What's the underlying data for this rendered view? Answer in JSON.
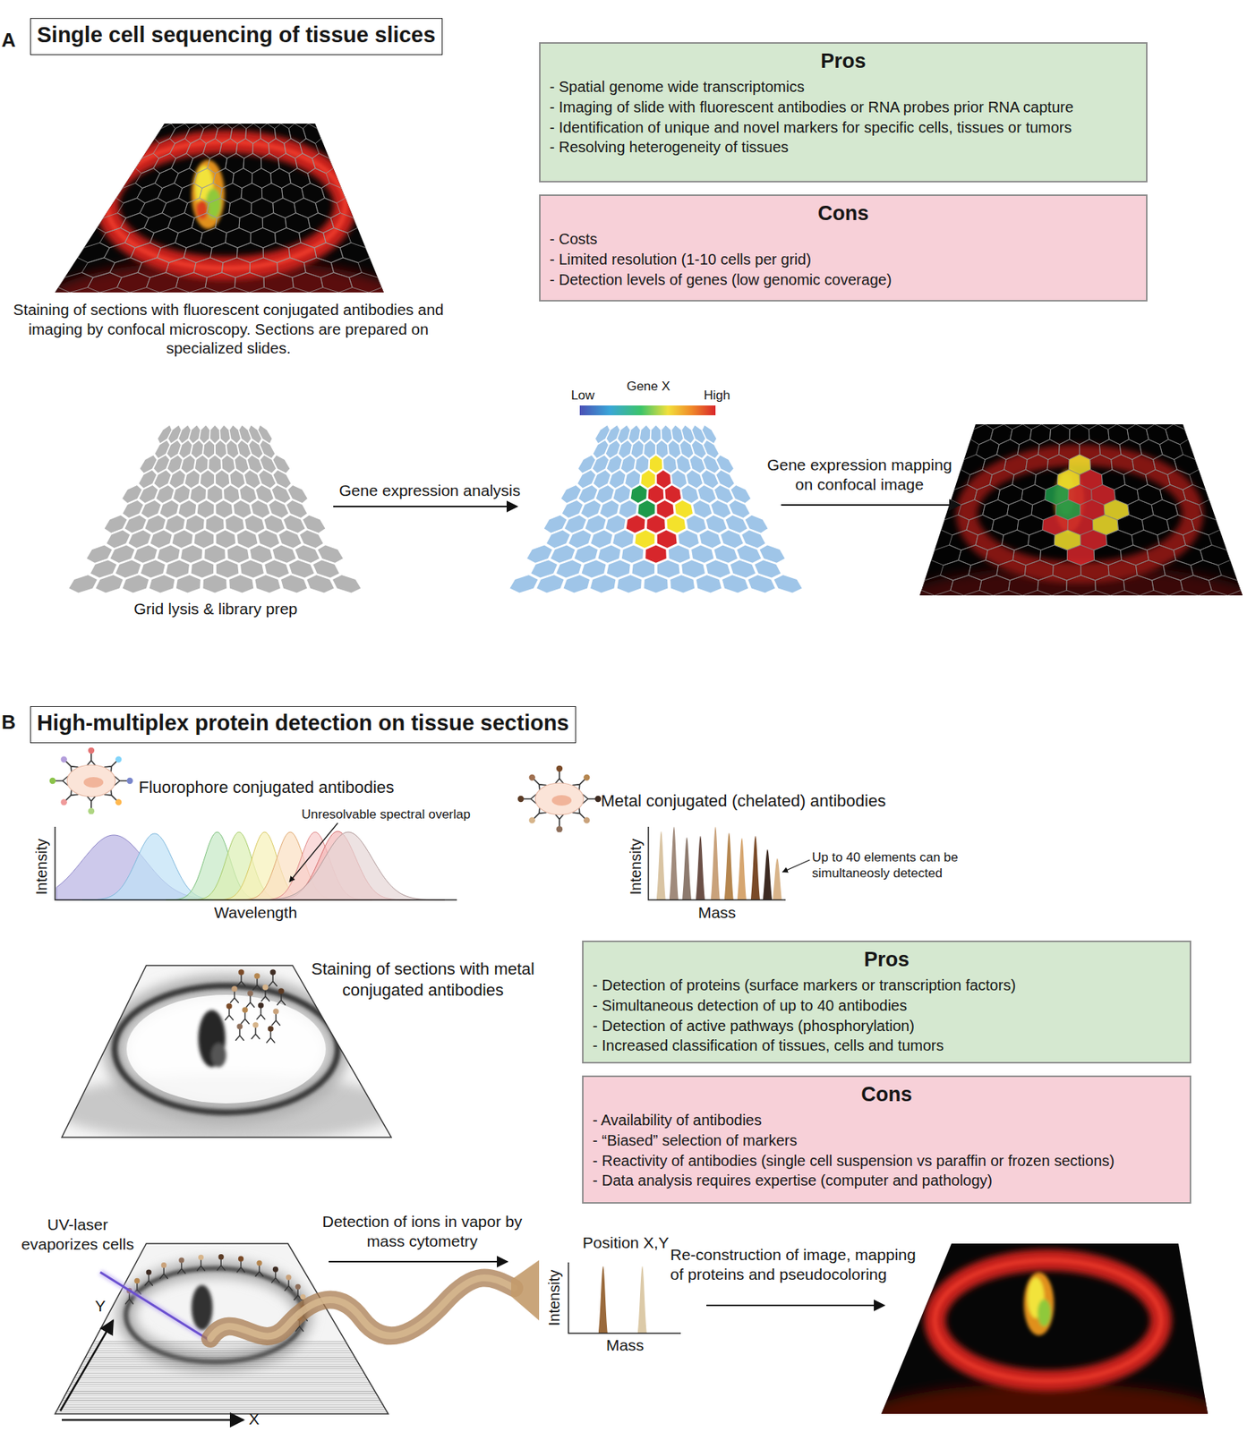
{
  "diagram": {
    "nodes": [
      {
        "text": [
          "Single cell sequencing of tissue slices"
        ]
      },
      {
        "text": [
          "Pros",
          "- Spatial genome wide transcriptomics",
          "- Imaging of slide with fluorescent antibodies or RNA probes prior RNA capture",
          "- Identification of unique and novel markers for specific cells, tissues or tumors",
          "- Resolving heterogeneity of tissues"
        ]
      },
      {
        "text": [
          "Cons",
          "- Costs",
          "- Limited resolution (1-10 cells per grid)",
          "- Detection levels of genes (low genomic coverage)"
        ]
      },
      {
        "text": [
          "High-multiplex protein detection on tissue sections"
        ]
      },
      {
        "text": [
          "Pros",
          "- Detection of proteins (surface markers or transcription factors)",
          "- Simultaneous detection of up to 40 antibodies",
          "- Detection of active pathways (phosphorylation)",
          "- Increased classification of tissues, cells and tumors"
        ]
      },
      {
        "text": [
          "Cons",
          "- Availability of antibodies",
          "- “Biased” selection of markers",
          "- Reactivity of antibodies (single cell suspension vs paraffin or frozen sections)",
          "- Data analysis requires expertise (computer and pathology)"
        ]
      }
    ],
    "labels": [
      "A",
      "Staining of sections with fluorescent conjugated antibodies and imaging by confocal microscopy. Sections are prepared on specialized slides.",
      "Low",
      "Gene X",
      "High",
      "Gene expression analysis",
      "Gene expression mapping on confocal image",
      "Grid lysis & library prep",
      "B",
      "Fluorophore conjugated antibodies",
      "Unresolvable spectral overlap",
      "Intensity",
      "Wavelength",
      "Metal conjugated (chelated) antibodies",
      "Up to 40 elements can be simultaneosly detected",
      "Intensity",
      "Mass",
      "Staining of sections with metal conjugated antibodies",
      "UV-laser evaporizes cells",
      "Detection of ions in vapor by mass cytometry",
      "Position X,Y",
      "Intensity",
      "Mass",
      "Re-construction of image, mapping of proteins and pseudocoloring",
      "Y",
      "X"
    ]
  }
}
